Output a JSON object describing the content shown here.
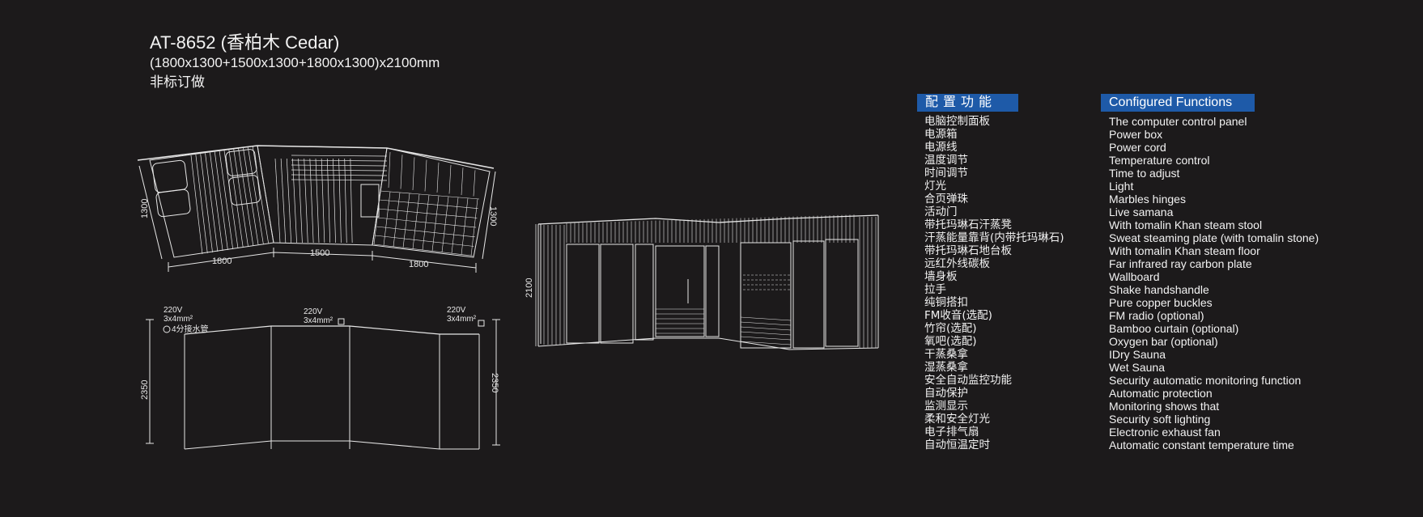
{
  "title": {
    "model": "AT-8652 (香柏木 Cedar)",
    "dimensions": "(1800x1300+1500x1300+1800x1300)x2100mm",
    "note": "非标订做"
  },
  "plan_view": {
    "dims": [
      "1300",
      "1800",
      "1500",
      "1800",
      "1300"
    ]
  },
  "elevation_view": {
    "power_labels": [
      {
        "voltage": "220V",
        "cable": "3x4mm²"
      },
      {
        "voltage": "220V",
        "cable": "3x4mm²"
      },
      {
        "voltage": "220V",
        "cable": "3x4mm²"
      }
    ],
    "water_pipe": "4分接水管",
    "heights": [
      "2350",
      "2350"
    ]
  },
  "perspective_view": {
    "height": "2100"
  },
  "functions": {
    "header_cn": "配置功能",
    "header_en": "Configured Functions",
    "items_cn": [
      "电脑控制面板",
      "电源箱",
      "电源线",
      "温度调节",
      "时间调节",
      "灯光",
      "合页弹珠",
      "活动门",
      "带托玛琳石汗蒸凳",
      "汗蒸能量靠背(内带托玛琳石)",
      "带托玛琳石地台板",
      "远红外线碳板",
      "墙身板",
      "拉手",
      "纯铜搭扣",
      "FM收音(选配)",
      "竹帘(选配)",
      "氧吧(选配)",
      "干蒸桑拿",
      "湿蒸桑拿",
      "安全自动监控功能",
      "自动保护",
      "监测显示",
      "柔和安全灯光",
      "电子排气扇",
      "自动恒温定时"
    ],
    "items_en": [
      "The computer control panel",
      "Power box",
      "Power cord",
      "Temperature control",
      "Time to adjust",
      "Light",
      "Marbles hinges",
      "Live samana",
      "With tomalin Khan steam stool",
      "Sweat steaming plate (with tomalin stone)",
      "With tomalin Khan steam floor",
      "Far infrared ray carbon plate",
      "Wallboard",
      "Shake handshandle",
      "Pure copper buckles",
      "FM radio (optional)",
      "Bamboo curtain (optional)",
      "Oxygen bar (optional)",
      "IDry Sauna",
      "Wet Sauna",
      "Security automatic monitoring function",
      "Automatic protection",
      "Monitoring shows that",
      "Security soft lighting",
      "Electronic exhaust fan",
      "Automatic constant temperature time"
    ]
  },
  "colors": {
    "background": "#1c1a1b",
    "line": "#e6e6e6",
    "header_bg": "#1e5aa8"
  }
}
